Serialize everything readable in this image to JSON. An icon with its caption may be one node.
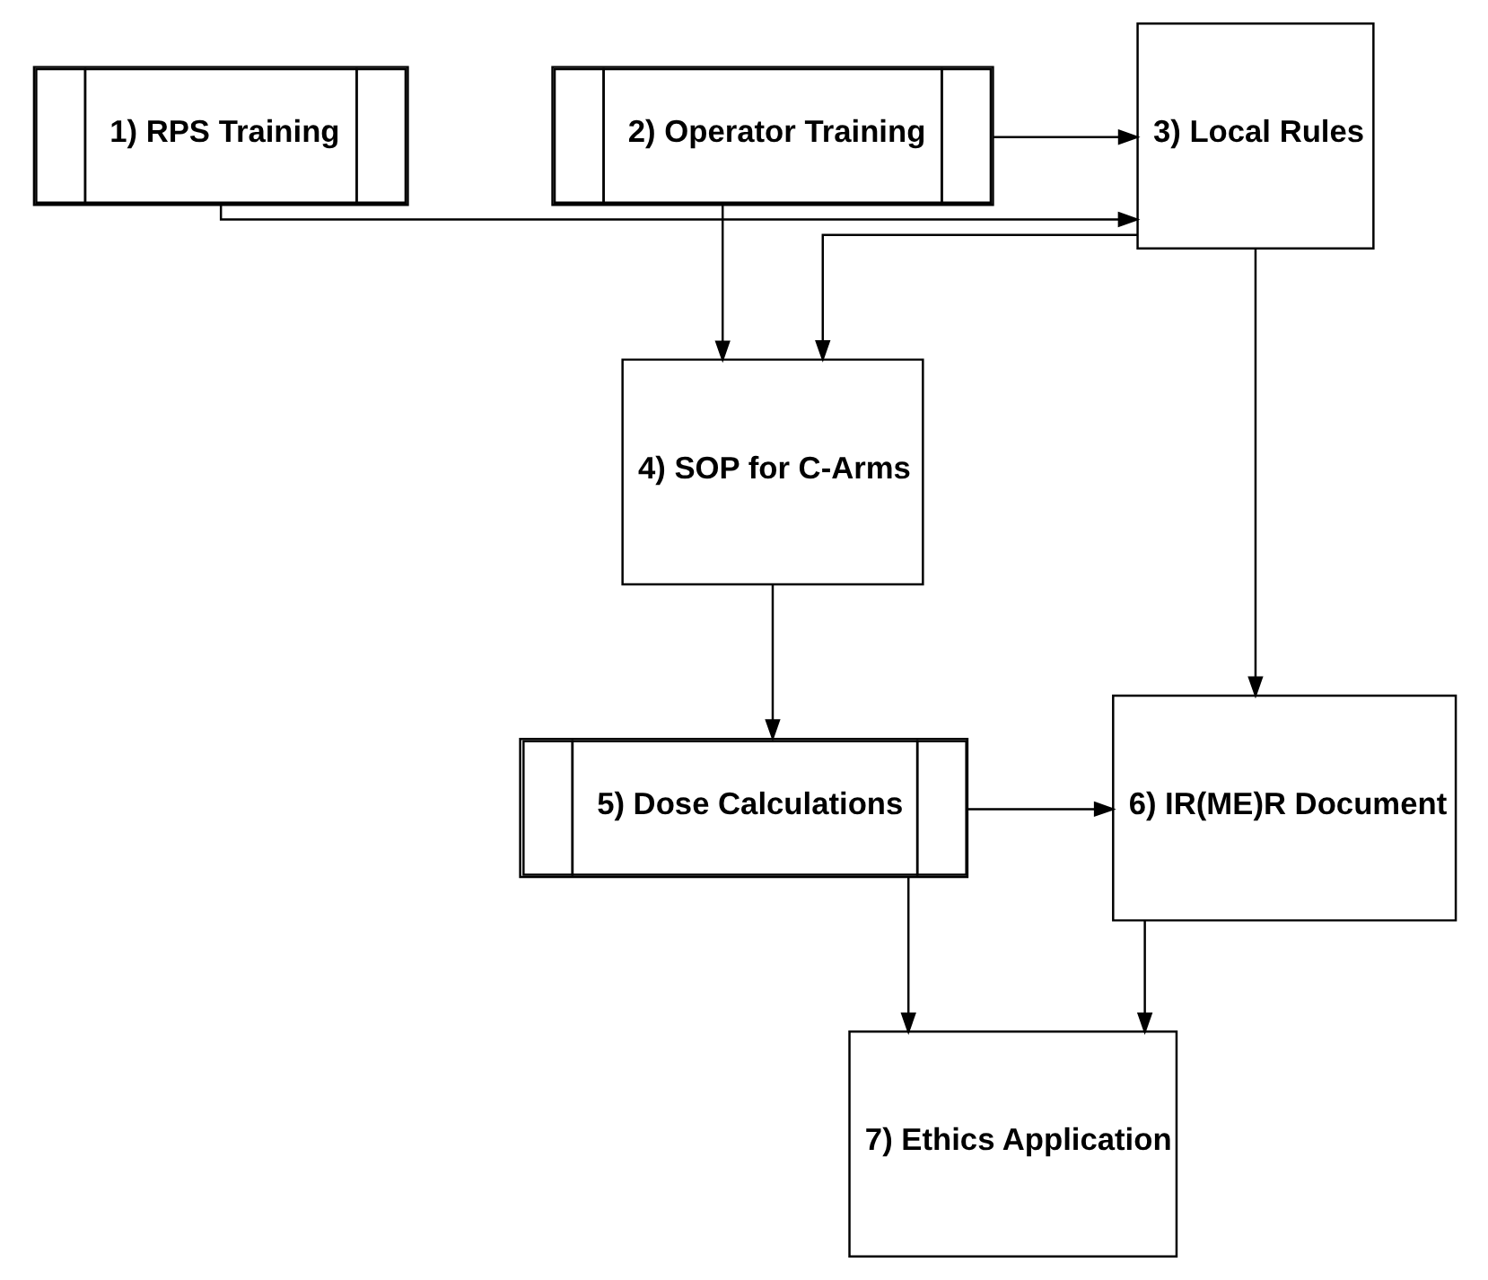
{
  "diagram": {
    "nodes": [
      {
        "text": [
          "1) RPS Training"
        ]
      },
      {
        "text": [
          "3) Local Rules"
        ]
      },
      {
        "text": [
          "2) Operator Training"
        ]
      },
      {
        "text": [
          "4) SOP for C-Arms"
        ]
      },
      {
        "text": [
          "5) Dose Calculations"
        ]
      },
      {
        "text": [
          "6) IR(ME)R Document"
        ]
      },
      {
        "text": [
          "7) Ethics Application"
        ]
      }
    ],
    "edges": [
      {
        "from": 0,
        "to": 1,
        "arrow": "to"
      },
      {
        "from": 2,
        "to": 1,
        "arrow": "to"
      },
      {
        "from": 2,
        "to": 3,
        "arrow": "to"
      },
      {
        "from": 1,
        "to": 3,
        "arrow": "to"
      },
      {
        "from": 1,
        "to": 5,
        "arrow": "to"
      },
      {
        "from": 3,
        "to": 4,
        "arrow": "to"
      },
      {
        "from": 4,
        "to": 5,
        "arrow": "to"
      },
      {
        "from": 5,
        "to": 6,
        "arrow": "to"
      },
      {
        "from": 4,
        "to": 6,
        "arrow": "to"
      }
    ]
  }
}
